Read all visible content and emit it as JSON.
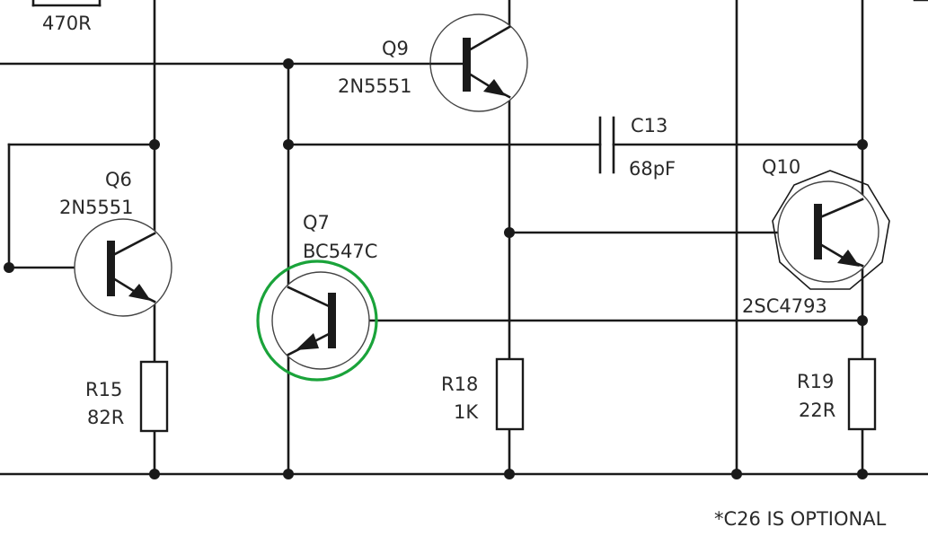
{
  "components": {
    "r_top": {
      "value": "470R"
    },
    "q9": {
      "ref": "Q9",
      "part": "2N5551"
    },
    "c13": {
      "ref": "C13",
      "value": "68pF"
    },
    "q10": {
      "ref": "Q10",
      "part": "2SC4793"
    },
    "q6": {
      "ref": "Q6",
      "part": "2N5551"
    },
    "q7": {
      "ref": "Q7",
      "part": "BC547C"
    },
    "r15": {
      "ref": "R15",
      "value": "82R"
    },
    "r18": {
      "ref": "R18",
      "value": "1K"
    },
    "r19": {
      "ref": "R19",
      "value": "22R"
    }
  },
  "note": "*C26 IS OPTIONAL",
  "highlight": {
    "target": "q7",
    "color": "#1aa33a"
  }
}
